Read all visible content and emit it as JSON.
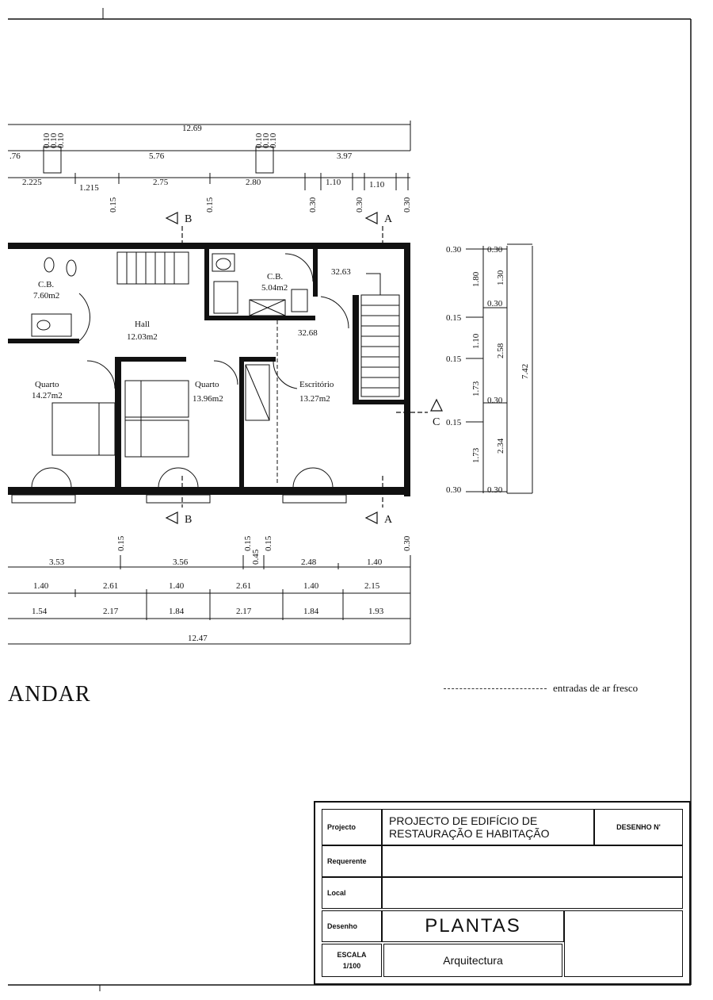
{
  "top_dimensions": {
    "total": "12.69",
    "row2": [
      ".76",
      "5.76",
      "3.97"
    ],
    "row3": [
      "2.225",
      "1.215",
      "2.75",
      "2.80",
      "1.10",
      "1.10"
    ],
    "vertical": [
      "0.15",
      "0.15",
      "0.30",
      "0.30",
      "0.30"
    ],
    "small_stack": [
      "0.10",
      "0.10",
      "0.10"
    ]
  },
  "rooms": {
    "cb_left": {
      "name": "C.B.",
      "area": "7.60m2"
    },
    "hall": {
      "name": "Hall",
      "area": "12.03m2"
    },
    "cb_mid": {
      "name": "C.B.",
      "area": "5.04m2"
    },
    "quarto_left": {
      "name": "Quarto",
      "area": "14.27m2"
    },
    "quarto_mid": {
      "name": "Quarto",
      "area": "13.96m2"
    },
    "escritorio": {
      "name": "Escritório",
      "area": "13.27m2"
    }
  },
  "levels": [
    "32.63",
    "32.68"
  ],
  "section_marks": {
    "a": "A",
    "b": "B",
    "c": "C"
  },
  "right_dimensions": {
    "outer": [
      "0.30",
      "0.15",
      "0.15",
      "0.15",
      "0.30"
    ],
    "middle": [
      "1.80",
      "1.10",
      "1.73",
      "1.73"
    ],
    "inner": [
      "0.30",
      "1.30",
      "0.30",
      "2.58",
      "0.30",
      "2.34",
      "0.30"
    ],
    "total": "7.42"
  },
  "bottom_dimensions": {
    "vertical": [
      "0.15",
      "0.15",
      "0.45",
      "0.15",
      "0.30"
    ],
    "row1": [
      "3.53",
      "3.56",
      "2.48",
      "1.40"
    ],
    "row2": [
      "1.40",
      "2.61",
      "1.40",
      "2.61",
      "1.40",
      "2.15"
    ],
    "row3": [
      "1.54",
      "2.17",
      "1.84",
      "2.17",
      "1.84",
      "1.93"
    ],
    "total": "12.47"
  },
  "floor_title": "ANDAR",
  "legend": {
    "text": "entradas de ar fresco"
  },
  "title_block": {
    "projecto_label": "Projecto",
    "projecto_value_line1": "PROJECTO DE EDIFÍCIO DE",
    "projecto_value_line2": "RESTAURAÇÃO E HABITAÇÃO",
    "desenho_n_label": "DESENHO N'",
    "requerente_label": "Requerente",
    "local_label": "Local",
    "desenho_label": "Desenho",
    "desenho_value": "PLANTAS",
    "escala_label": "ESCALA",
    "escala_value": "1/100",
    "discipline": "Arquitectura"
  }
}
